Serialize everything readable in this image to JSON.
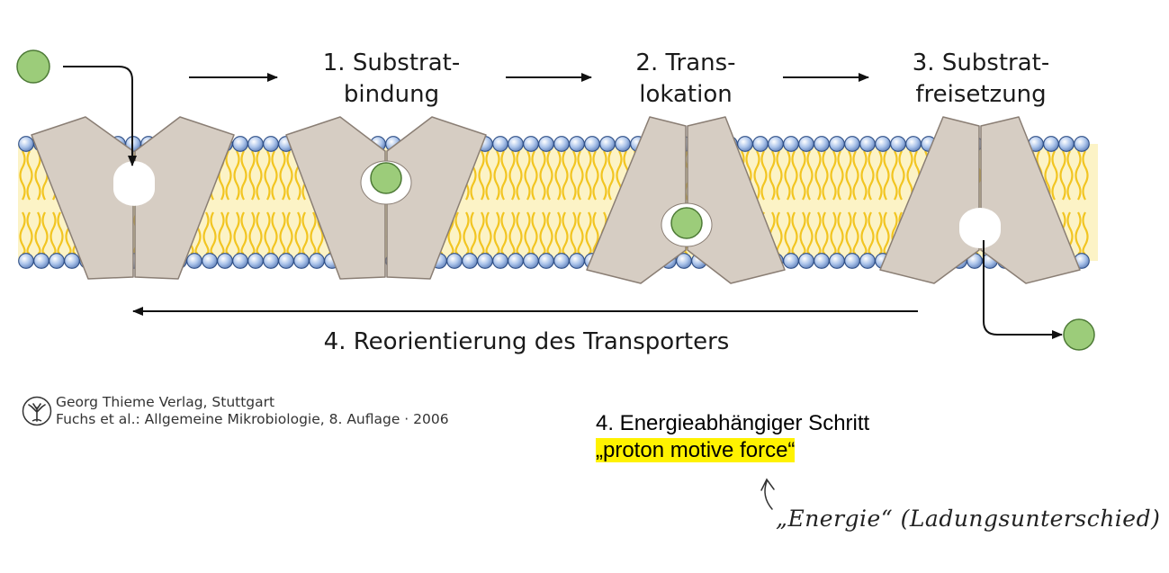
{
  "steps": {
    "step1_line1": "1. Substrat-",
    "step1_line2": "bindung",
    "step2_line1": "2. Trans-",
    "step2_line2": "lokation",
    "step3_line1": "3. Substrat-",
    "step3_line2": "freisetzung",
    "step4": "4. Reorientierung des Transporters"
  },
  "credit": {
    "line1": "Georg Thieme Verlag, Stuttgart",
    "line2": "Fuchs et al.: Allgemeine Mikrobiologie, 8. Auflage · 2006",
    "logo_icon": "tree-seal-icon"
  },
  "notes": {
    "heading": "4. Energieabhängiger Schritt",
    "highlight": "„proton motive force“",
    "handwritten": "„Energie“ (Ladungsunterschied)",
    "highlight_color": "#fff200"
  },
  "colors": {
    "substrate": "#9ccc7a",
    "transporter": "#d6cdc3",
    "lipid_tail": "#f2c521",
    "headgroup": "#8fb0e0",
    "membrane_bg": "#fcf3c6"
  }
}
